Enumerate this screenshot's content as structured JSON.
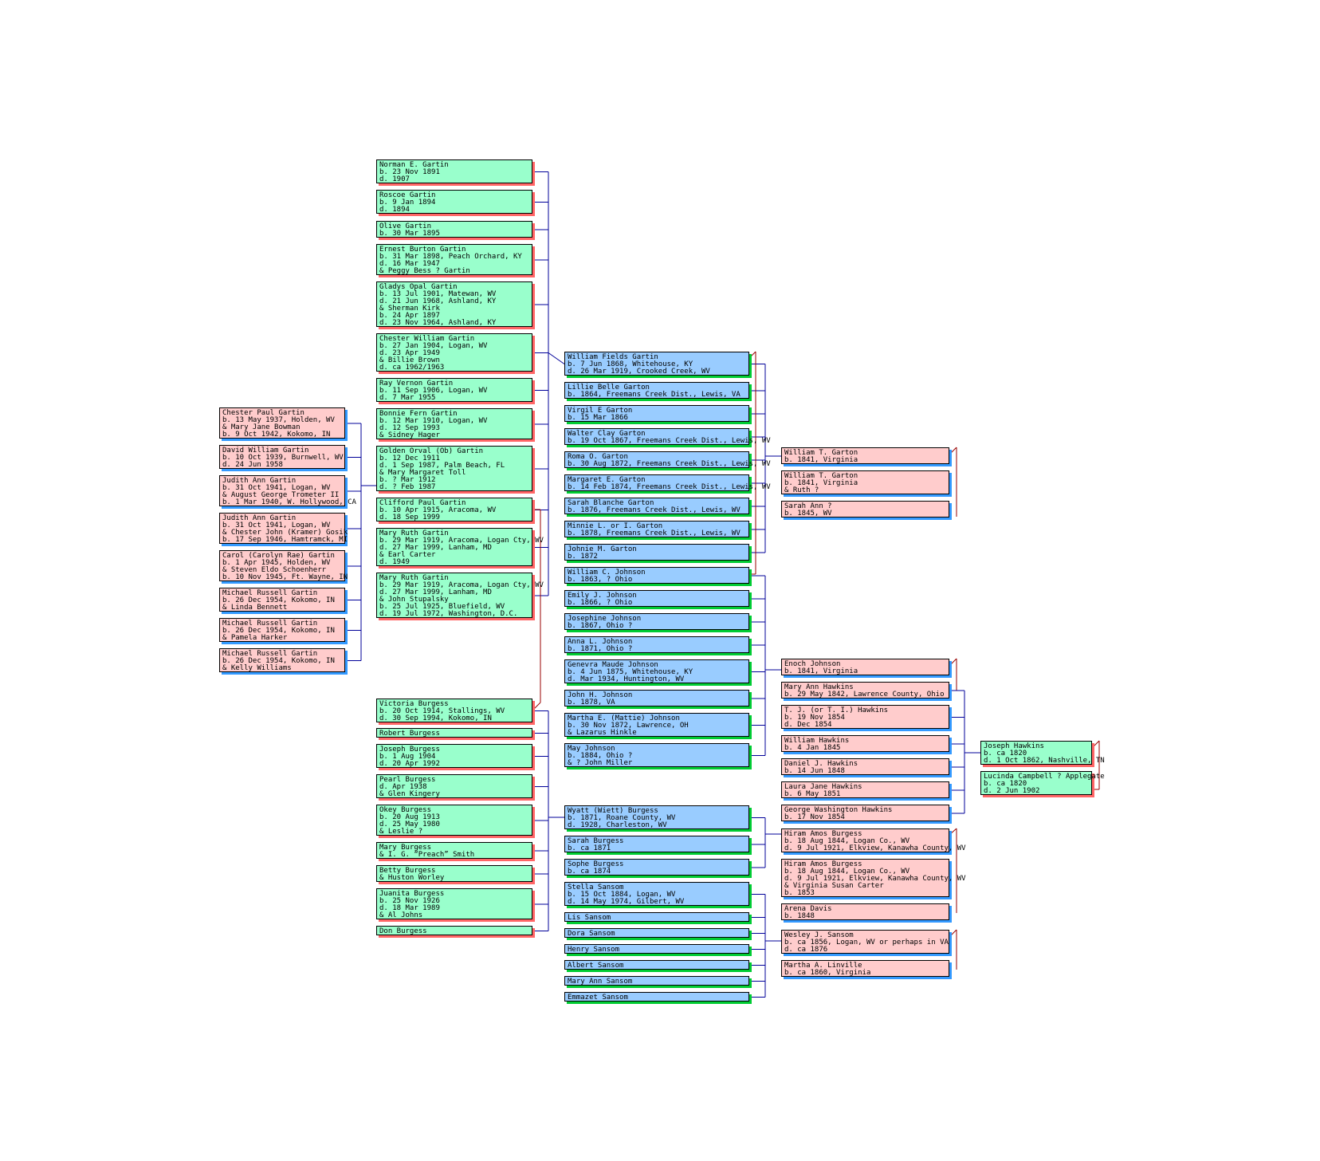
{
  "boxes": [
    {
      "name": "norman-e-gartin",
      "color": "green",
      "lines": [
        "Norman E. Gartin",
        "b. 23 Nov 1891",
        "d. 1907"
      ]
    },
    {
      "name": "roscoe-gartin",
      "color": "green",
      "lines": [
        "Roscoe Gartin",
        "b. 9 Jan 1894",
        "d. 1894"
      ]
    },
    {
      "name": "olive-gartin",
      "color": "green",
      "lines": [
        "Olive Gartin",
        "b. 30 Mar 1895"
      ]
    },
    {
      "name": "ernest-burton-gartin",
      "color": "green",
      "lines": [
        "Ernest Burton Gartin",
        "b. 31 Mar 1898, Peach Orchard, KY",
        "d. 16 Mar 1947",
        "& Peggy Bess ? Gartin"
      ]
    },
    {
      "name": "gladys-opal-gartin",
      "color": "green",
      "lines": [
        "Gladys Opal Gartin",
        "b. 13 Jul 1901, Matewan, WV",
        "d. 21 Jun 1968, Ashland, KY",
        "& Sherman Kirk",
        "b. 24 Apr 1897",
        "d. 23 Nov 1964, Ashland, KY"
      ]
    },
    {
      "name": "chester-william-gartin",
      "color": "green",
      "lines": [
        "Chester William Gartin",
        "b. 27 Jan 1904, Logan, WV",
        "d. 23 Apr 1949",
        "& Billie Brown",
        "d. ca 1962/1963"
      ]
    },
    {
      "name": "ray-vernon-gartin",
      "color": "green",
      "lines": [
        "Ray Vernon Gartin",
        "b. 11 Sep 1906, Logan, WV",
        "d. 7 Mar 1955"
      ]
    },
    {
      "name": "bonnie-fern-gartin",
      "color": "green",
      "lines": [
        "Bonnie Fern Gartin",
        "b. 12 Mar 1910, Logan, WV",
        "d. 12 Sep 1993",
        "& Sidney Hager"
      ]
    },
    {
      "name": "golden-orval-gartin",
      "color": "green",
      "lines": [
        "Golden Orval (Ob) Gartin",
        "b. 12 Dec 1911",
        "d. 1 Sep 1987, Palm Beach, FL",
        "& Mary Margaret Toll",
        "b. ? Mar 1912",
        "d. ? Feb 1987"
      ]
    },
    {
      "name": "clifford-paul-gartin",
      "color": "green",
      "lines": [
        "Clifford Paul Gartin",
        "b. 10 Apr 1915, Aracoma, WV",
        "d. 18 Sep 1999"
      ]
    },
    {
      "name": "mary-ruth-gartin-1",
      "color": "green",
      "lines": [
        "Mary Ruth Gartin",
        "b. 29 Mar 1919, Aracoma, Logan Cty, WV",
        "d. 27 Mar 1999, Lanham, MD",
        "& Earl Carter",
        "d. 1949"
      ]
    },
    {
      "name": "mary-ruth-gartin-2",
      "color": "green",
      "lines": [
        "Mary Ruth Gartin",
        "b. 29 Mar 1919, Aracoma, Logan Cty, WV",
        "d. 27 Mar 1999, Lanham, MD",
        "& John Stupalsky",
        "b. 25 Jul 1925, Bluefield, WV",
        "d. 19 Jul 1972, Washington, D.C."
      ]
    },
    {
      "name": "chester-paul-gartin",
      "color": "pink",
      "lines": [
        "Chester Paul Gartin",
        "b. 13 May 1937, Holden, WV",
        "& Mary Jane Bowman",
        "b. 9 Oct 1942, Kokomo, IN"
      ]
    },
    {
      "name": "david-william-gartin",
      "color": "pink",
      "lines": [
        "David William Gartin",
        "b. 10 Oct 1939, Burnwell, WV",
        "d. 24 Jun 1958"
      ]
    },
    {
      "name": "judith-ann-gartin-1",
      "color": "pink",
      "lines": [
        "Judith Ann Gartin",
        "b. 31 Oct 1941, Logan, WV",
        "& August George Trometer II",
        "b. 1 Mar 1940, W. Hollywood, CA"
      ]
    },
    {
      "name": "judith-ann-gartin-2",
      "color": "pink",
      "lines": [
        "Judith Ann Gartin",
        "b. 31 Oct 1941, Logan, WV",
        "& Chester John (Kramer) Gosik",
        "b. 17 Sep 1946, Hamtramck, MI"
      ]
    },
    {
      "name": "carol-gartin",
      "color": "pink",
      "lines": [
        "Carol (Carolyn Rae) Gartin",
        "b. 1 Apr 1945, Holden, WV",
        "& Steven Eldo Schoenherr",
        "b. 10 Nov 1945, Ft. Wayne, IN"
      ]
    },
    {
      "name": "michael-russell-gartin-1",
      "color": "pink",
      "lines": [
        "Michael Russell Gartin",
        "b. 26 Dec 1954, Kokomo, IN",
        "& Linda Bennett"
      ]
    },
    {
      "name": "michael-russell-gartin-2",
      "color": "pink",
      "lines": [
        "Michael Russell Gartin",
        "b. 26 Dec 1954, Kokomo, IN",
        "& Pamela Harker"
      ]
    },
    {
      "name": "michael-russell-gartin-3",
      "color": "pink",
      "lines": [
        "Michael Russell Gartin",
        "b. 26 Dec 1954, Kokomo, IN",
        "& Kelly Williams"
      ]
    },
    {
      "name": "william-fields-gartin",
      "color": "blue",
      "lines": [
        "William Fields Gartin",
        "b. 7 Jun 1868, Whitehouse, KY",
        "d. 26 Mar 1919, Crooked Creek, WV"
      ]
    },
    {
      "name": "lillie-belle-garton",
      "color": "blue",
      "lines": [
        "Lillie Belle Garton",
        "b. 1864, Freemans Creek Dist., Lewis, VA"
      ]
    },
    {
      "name": "virgil-e-garton",
      "color": "blue",
      "lines": [
        "Virgil E Garton",
        "b. 15 Mar 1866"
      ]
    },
    {
      "name": "walter-clay-garton",
      "color": "blue",
      "lines": [
        "Walter Clay Garton",
        "b. 19 Oct 1867, Freemans Creek Dist., Lewis, WV"
      ]
    },
    {
      "name": "roma-o-garton",
      "color": "blue",
      "lines": [
        "Roma O. Garton",
        "b. 30 Aug 1872, Freemans Creek Dist., Lewis, WV"
      ]
    },
    {
      "name": "margaret-e-garton",
      "color": "blue",
      "lines": [
        "Margaret E. Garton",
        "b. 14 Feb 1874, Freemans Creek Dist., Lewis, WV"
      ]
    },
    {
      "name": "sarah-blanche-garton",
      "color": "blue",
      "lines": [
        "Sarah Blanche Garton",
        "b. 1876, Freemans Creek Dist., Lewis, WV"
      ]
    },
    {
      "name": "minnie-garton",
      "color": "blue",
      "lines": [
        "Minnie L. or I. Garton",
        "b. 1878, Freemans Creek Dist., Lewis, WV"
      ]
    },
    {
      "name": "johnie-m-garton",
      "color": "blue",
      "lines": [
        "Johnie M. Garton",
        "b. 1872"
      ]
    },
    {
      "name": "william-c-johnson",
      "color": "blue",
      "lines": [
        "William C. Johnson",
        "b. 1863, ? Ohio"
      ]
    },
    {
      "name": "emily-j-johnson",
      "color": "blue",
      "lines": [
        "Emily J. Johnson",
        "b. 1866, ? Ohio"
      ]
    },
    {
      "name": "josephine-johnson",
      "color": "blue",
      "lines": [
        "Josephine Johnson",
        "b. 1867, Ohio ?"
      ]
    },
    {
      "name": "anna-l-johnson",
      "color": "blue",
      "lines": [
        "Anna L. Johnson",
        "b. 1871, Ohio ?"
      ]
    },
    {
      "name": "genevra-maude-johnson",
      "color": "blue",
      "lines": [
        "Genevra Maude Johnson",
        "b. 4 Jun 1875, Whitehouse, KY",
        "d. Mar 1934, Huntington, WV"
      ]
    },
    {
      "name": "john-h-johnson",
      "color": "blue",
      "lines": [
        "John H. Johnson",
        "b. 1878, VA"
      ]
    },
    {
      "name": "martha-e-johnson",
      "color": "blue",
      "lines": [
        "Martha E. (Mattie) Johnson",
        "b. 30 Nov 1872, Lawrence, OH",
        "& Lazarus Hinkle"
      ]
    },
    {
      "name": "may-johnson",
      "color": "blue",
      "lines": [
        "May Johnson",
        "b. 1884, Ohio ?",
        "& ? John Miller"
      ]
    },
    {
      "name": "william-t-garton-1",
      "color": "pink",
      "lines": [
        "William T. Garton",
        "b. 1841, Virginia"
      ]
    },
    {
      "name": "william-t-garton-2",
      "color": "pink",
      "lines": [
        "William T. Garton",
        "b. 1841, Virginia",
        "& Ruth ?"
      ]
    },
    {
      "name": "sarah-ann",
      "color": "pink",
      "lines": [
        "Sarah Ann ?",
        "b. 1845, WV"
      ]
    },
    {
      "name": "enoch-johnson",
      "color": "pink",
      "lines": [
        "Enoch Johnson",
        "b. 1841, Virginia"
      ]
    },
    {
      "name": "mary-ann-hawkins",
      "color": "pink",
      "lines": [
        "Mary Ann Hawkins",
        "b. 29 May 1842, Lawrence County, Ohio"
      ]
    },
    {
      "name": "tj-hawkins",
      "color": "pink",
      "lines": [
        "T. J. (or T. I.) Hawkins",
        "b. 19 Nov 1854",
        "d. Dec 1854"
      ]
    },
    {
      "name": "william-hawkins",
      "color": "pink",
      "lines": [
        "William Hawkins",
        "b. 4 Jan 1845"
      ]
    },
    {
      "name": "daniel-j-hawkins",
      "color": "pink",
      "lines": [
        "Daniel J. Hawkins",
        "b. 14 Jun 1848"
      ]
    },
    {
      "name": "laura-jane-hawkins",
      "color": "pink",
      "lines": [
        "Laura Jane Hawkins",
        "b. 6 May 1851"
      ]
    },
    {
      "name": "george-washington-hawkins",
      "color": "pink",
      "lines": [
        "George Washington Hawkins",
        "b. 17 Nov 1854"
      ]
    },
    {
      "name": "joseph-hawkins",
      "color": "green",
      "lines": [
        "Joseph Hawkins",
        "b. ca 1820",
        "d. 1 Oct 1862, Nashville, TN"
      ]
    },
    {
      "name": "lucinda-campbell",
      "color": "green",
      "lines": [
        "Lucinda Campbell  ? Applegate",
        "b. ca 1820",
        "d. 2 Jun 1902"
      ]
    },
    {
      "name": "victoria-burgess",
      "color": "green",
      "lines": [
        "Victoria Burgess",
        "b. 20 Oct 1914, Stallings, WV",
        "d. 30 Sep 1994, Kokomo, IN"
      ]
    },
    {
      "name": "robert-burgess",
      "color": "green",
      "lines": [
        "Robert Burgess"
      ]
    },
    {
      "name": "joseph-burgess",
      "color": "green",
      "lines": [
        "Joseph Burgess",
        "b. 1 Aug 1904",
        "d. 20 Apr 1992"
      ]
    },
    {
      "name": "pearl-burgess",
      "color": "green",
      "lines": [
        "Pearl Burgess",
        "d. Apr 1938",
        "& Glen Kingery"
      ]
    },
    {
      "name": "okey-burgess",
      "color": "green",
      "lines": [
        "Okey Burgess",
        "b. 20 Aug 1913",
        "d. 25 May 1980",
        "& Leslie ?"
      ]
    },
    {
      "name": "mary-burgess",
      "color": "green",
      "lines": [
        "Mary Burgess",
        "& I. G. “Preach” Smith"
      ]
    },
    {
      "name": "betty-burgess",
      "color": "green",
      "lines": [
        "Betty Burgess",
        "& Huston Worley"
      ]
    },
    {
      "name": "juanita-burgess",
      "color": "green",
      "lines": [
        "Juanita Burgess",
        "b. 25 Nov 1926",
        "d. 18 Mar 1989",
        "& Al Johns"
      ]
    },
    {
      "name": "don-burgess",
      "color": "green",
      "lines": [
        "Don Burgess"
      ]
    },
    {
      "name": "wyatt-burgess",
      "color": "blue",
      "lines": [
        "Wyatt (Wiett) Burgess",
        "b. 1871, Roane County, WV",
        "d. 1928, Charleston, WV"
      ]
    },
    {
      "name": "sarah-burgess",
      "color": "blue",
      "lines": [
        "Sarah Burgess",
        "b. ca 1871"
      ]
    },
    {
      "name": "sophe-burgess",
      "color": "blue",
      "lines": [
        "Sophe Burgess",
        "b. ca 1874"
      ]
    },
    {
      "name": "stella-sansom",
      "color": "blue",
      "lines": [
        "Stella Sansom",
        "b. 15 Oct 1884, Logan, WV",
        "d. 14 May 1974, Gilbert, WV"
      ]
    },
    {
      "name": "lis-sansom",
      "color": "blue",
      "lines": [
        "Lis Sansom"
      ]
    },
    {
      "name": "dora-sansom",
      "color": "blue",
      "lines": [
        "Dora Sansom"
      ]
    },
    {
      "name": "henry-sansom",
      "color": "blue",
      "lines": [
        "Henry Sansom"
      ]
    },
    {
      "name": "albert-sansom",
      "color": "blue",
      "lines": [
        "Albert Sansom"
      ]
    },
    {
      "name": "mary-ann-sansom",
      "color": "blue",
      "lines": [
        "Mary Ann Sansom"
      ]
    },
    {
      "name": "emmazet-sansom",
      "color": "blue",
      "lines": [
        "Emmazet Sansom"
      ]
    },
    {
      "name": "hiram-amos-burgess-1",
      "color": "pink",
      "lines": [
        "Hiram Amos Burgess",
        "b. 18 Aug 1844, Logan Co., WV",
        "d. 9 Jul 1921, Elkview, Kanawha County, WV"
      ]
    },
    {
      "name": "hiram-amos-burgess-2",
      "color": "pink",
      "lines": [
        "Hiram Amos Burgess",
        "b. 18 Aug 1844, Logan Co., WV",
        "d. 9 Jul 1921, Elkview, Kanawha County, WV",
        "& Virginia Susan Carter",
        "b. 1853"
      ]
    },
    {
      "name": "arena-davis",
      "color": "pink",
      "lines": [
        "Arena Davis",
        "b. 1848"
      ]
    },
    {
      "name": "wesley-j-sansom",
      "color": "pink",
      "lines": [
        "Wesley J. Sansom",
        "b. ca 1856, Logan, WV or perhaps in VA",
        "d. ca 1876"
      ]
    },
    {
      "name": "martha-a-linville",
      "color": "pink",
      "lines": [
        "Martha A. Linville",
        "b. ca 1860, Virginia"
      ]
    }
  ],
  "colors": {
    "pink_fill": "#ffcccc",
    "green_fill": "#99ffcc",
    "blue_fill": "#99ccff",
    "pink_shadow": "#3399ff",
    "green_shadow": "#ff6666",
    "blue_shadow": "#00cc33",
    "line_blue": "#000099",
    "line_red": "#990000"
  }
}
